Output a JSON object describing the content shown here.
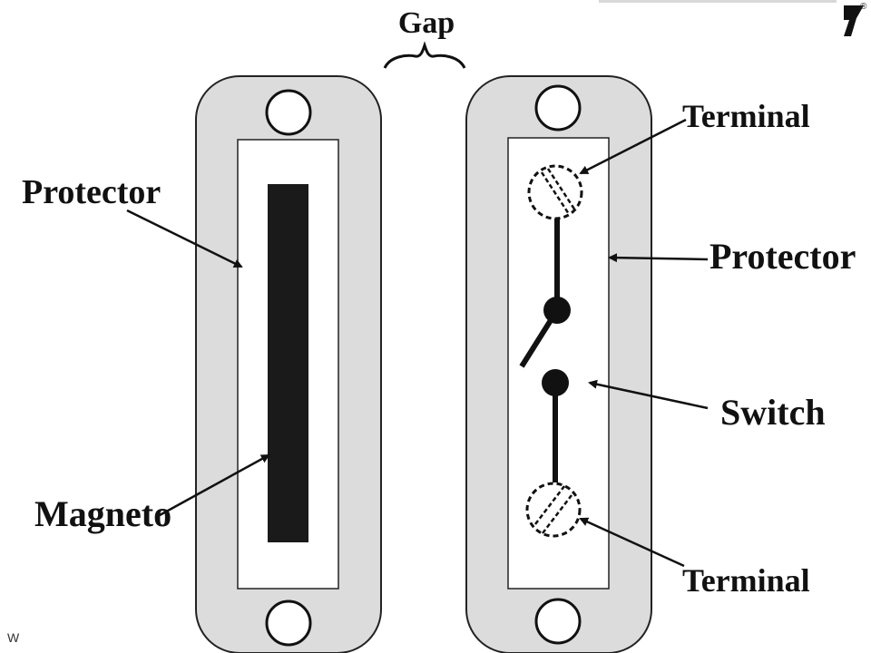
{
  "diagram": {
    "gap_label": "Gap",
    "left_sensor": {
      "protector_label": "Protector",
      "magneto_label": "Magneto"
    },
    "right_sensor": {
      "terminal_top_label": "Terminal",
      "protector_label": "Protector",
      "switch_label": "Switch",
      "terminal_bottom_label": "Terminal"
    },
    "corner_mark": "W",
    "registered_mark": "®",
    "colors": {
      "housing": "#dcdcdc",
      "outline": "#222222",
      "magnet": "#1a1a1a",
      "inner": "#ffffff"
    }
  }
}
